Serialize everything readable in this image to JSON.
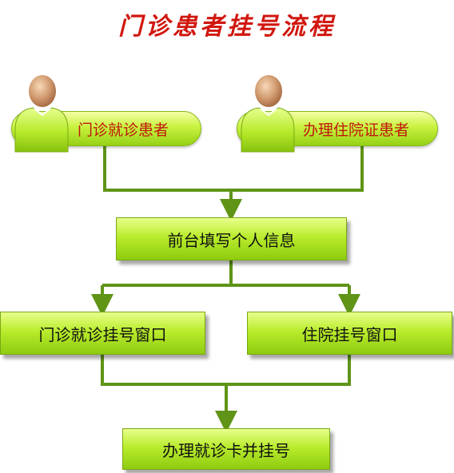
{
  "title": "门诊患者挂号流程",
  "patients": [
    {
      "label": "门诊就诊患者"
    },
    {
      "label": "办理住院证患者"
    }
  ],
  "steps": {
    "front_desk": "前台填写个人信息",
    "outpatient_window": "门诊就诊挂号窗口",
    "inpatient_window": "住院挂号窗口",
    "final": "办理就诊卡并挂号"
  },
  "colors": {
    "title": "#d1170f",
    "connector": "#5f9417",
    "box_top": "#e8ff8c",
    "box_bottom": "#8fcb10",
    "patient_label": "#c0170d"
  },
  "icons": [
    "person-icon",
    "person-icon"
  ]
}
